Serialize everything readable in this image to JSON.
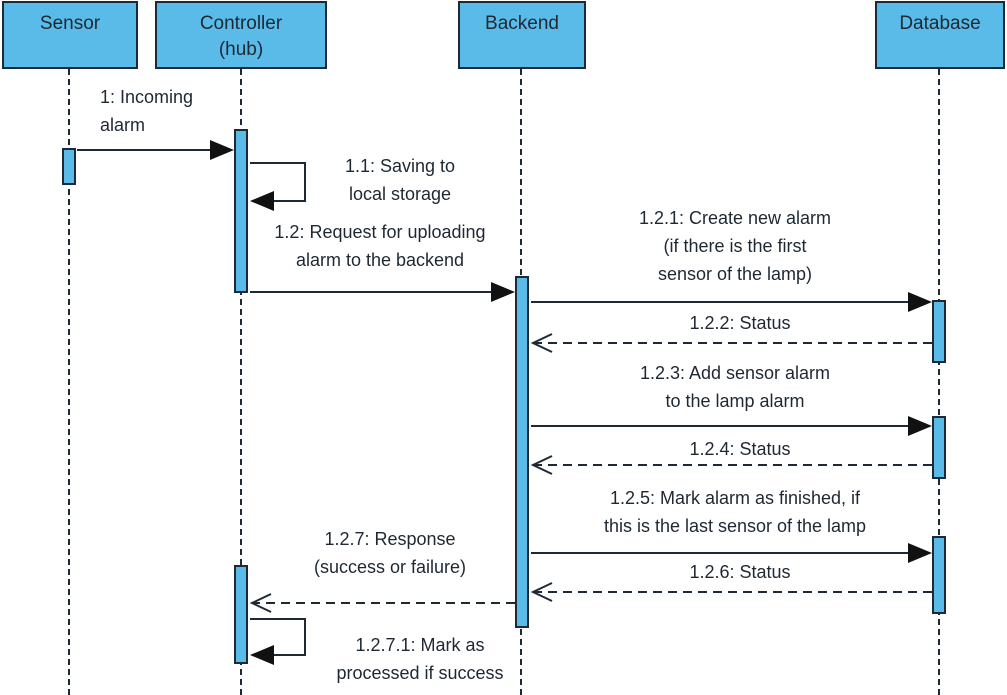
{
  "participants": {
    "sensor": {
      "name": "Sensor"
    },
    "controller": {
      "name": "Controller",
      "subtitle": "(hub)"
    },
    "backend": {
      "name": "Backend"
    },
    "database": {
      "name": "Database"
    }
  },
  "messages": [
    {
      "id": "m1",
      "lines": [
        "1: Incoming",
        "alarm"
      ],
      "style": "sync"
    },
    {
      "id": "m11",
      "lines": [
        "1.1: Saving to",
        "local storage"
      ],
      "style": "self"
    },
    {
      "id": "m12",
      "lines": [
        "1.2: Request for uploading",
        "alarm to the backend"
      ],
      "style": "sync"
    },
    {
      "id": "m121",
      "lines": [
        "1.2.1: Create new alarm",
        "(if there is the first",
        "sensor of the lamp)"
      ],
      "style": "sync"
    },
    {
      "id": "m122",
      "lines": [
        "1.2.2: Status"
      ],
      "style": "return"
    },
    {
      "id": "m123",
      "lines": [
        "1.2.3: Add sensor alarm",
        "to the lamp alarm"
      ],
      "style": "sync"
    },
    {
      "id": "m124",
      "lines": [
        "1.2.4: Status"
      ],
      "style": "return"
    },
    {
      "id": "m125",
      "lines": [
        "1.2.5: Mark alarm as finished, if",
        "this is the last sensor of the lamp"
      ],
      "style": "sync"
    },
    {
      "id": "m126",
      "lines": [
        "1.2.6: Status"
      ],
      "style": "return"
    },
    {
      "id": "m127",
      "lines": [
        "1.2.7: Response",
        "(success or failure)"
      ],
      "style": "return"
    },
    {
      "id": "m1271",
      "lines": [
        "1.2.7.1: Mark as",
        "processed if success"
      ],
      "style": "self"
    }
  ]
}
